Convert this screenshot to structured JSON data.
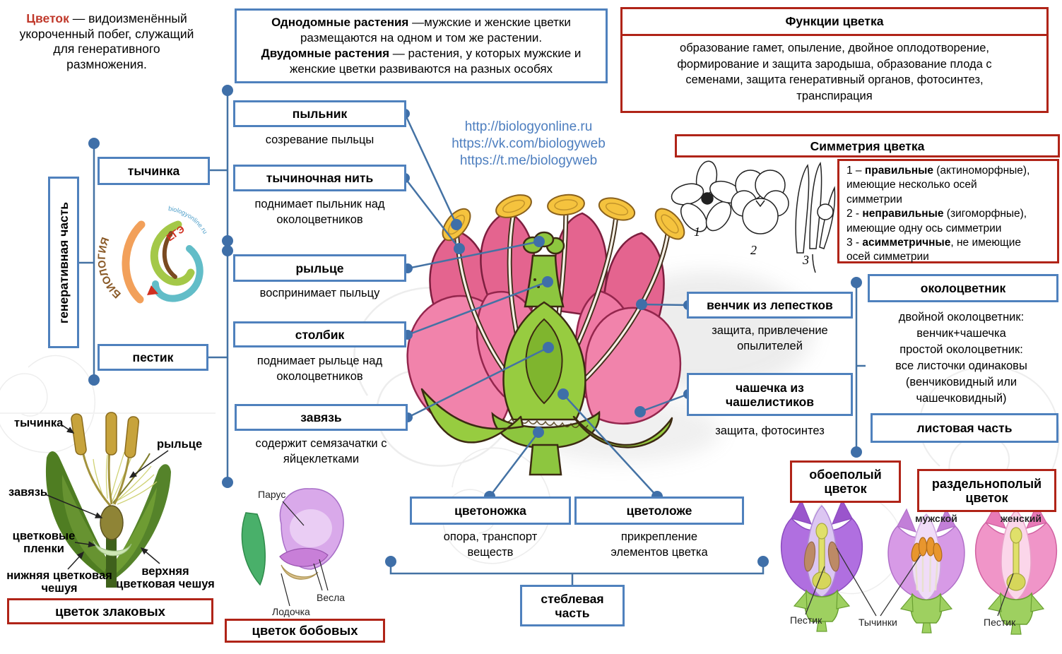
{
  "colors": {
    "blue": "#4f81bd",
    "red": "#b02418",
    "link": "#4d7ebf"
  },
  "definition": {
    "term": "Цветок",
    "text": " — видоизменённый укороченный побег, служащий для генеративного размножения."
  },
  "monoecious": {
    "bold": "Однодомные растения",
    "text": " —мужские и женские цветки размещаются на одном и том же растении."
  },
  "dioecious": {
    "bold": "Двудомные растения",
    "text": " — растения, у которых мужские и женские цветки развиваются на разных особях"
  },
  "functions": {
    "title": "Функции цветка",
    "body": "образование гамет, опыление, двойное оплодотворение, формирование и защита зародыша, образование плода с семенами, защита генеративный органов, фотосинтез, транспирация"
  },
  "links": [
    "http://biologyonline.ru",
    "https://vk.com/biologyweb",
    "https://t.me/biologyweb"
  ],
  "generative_part": "генеративная часть",
  "stamen": "тычинка",
  "pistil": "пестик",
  "stamen_parts": [
    {
      "label": "пыльник",
      "caption": "созревание пыльцы"
    },
    {
      "label": "тычиночная нить",
      "caption": "поднимает пыльник над околоцветников"
    }
  ],
  "pistil_parts": [
    {
      "label": "рыльце",
      "caption": "воспринимает пыльцу"
    },
    {
      "label": "столбик",
      "caption": "поднимает рыльце над околоцветников"
    },
    {
      "label": "завязь",
      "caption": "содержит семязачатки с яйцеклетками"
    }
  ],
  "symmetry": {
    "title": "Симметрия цветка",
    "figures": [
      "1",
      "2",
      "3"
    ],
    "items": [
      {
        "pre": "1 – ",
        "bold": "правильные",
        "post": " (актиноморфные), имеющие несколько осей симметрии"
      },
      {
        "pre": "2 - ",
        "bold": "неправильные",
        "post": " (зигоморфные), имеющие одну ось симметрии"
      },
      {
        "pre": "3 - ",
        "bold": "асимметричные",
        "post": ", не имеющие осей симметрии"
      }
    ]
  },
  "corolla": {
    "label": "венчик из лепестков",
    "caption": "защита, привлечение опылителей"
  },
  "calyx": {
    "label": "чашечка из чашелистиков",
    "caption": "защита, фотосинтез"
  },
  "perianth": {
    "label": "околоцветник",
    "caption_lines": [
      "двойной околоцветник:",
      "венчик+чашечка",
      "простой околоцветник:",
      "все листочки одинаковы",
      "(венчиковидный или",
      "чашечковидный)"
    ]
  },
  "leaf_part": "листовая часть",
  "pedicel": {
    "label": "цветоножка",
    "caption": "опора, транспорт веществ"
  },
  "receptacle": {
    "label": "цветоложе",
    "caption": "прикрепление элементов цветка"
  },
  "stem_part": "стеблевая часть",
  "bisexual": "обоеполый цветок",
  "unisexual": "раздельнополый цветок",
  "male_label": "мужской",
  "female_label": "женский",
  "pistil_label_1": "Пестик",
  "stamens_label": "Тычинки",
  "pistil_label_2": "Пестик",
  "grass": {
    "title": "цветок злаковых",
    "stamen": "тычинка",
    "stigma": "рыльце",
    "ovary": "завязь",
    "scales": "цветковые пленки",
    "lower_palea": "нижняя цветковая чешуя",
    "upper_palea": "верхняя цветковая чешуя"
  },
  "legume": {
    "title": "цветок бобовых",
    "banner": "Парус",
    "wings": "Весла",
    "keel": "Лодочка"
  },
  "logo": {
    "title": "БИОЛОГИЯ",
    "sub": "ЕГЭ",
    "site": "biologyonline.ru"
  }
}
